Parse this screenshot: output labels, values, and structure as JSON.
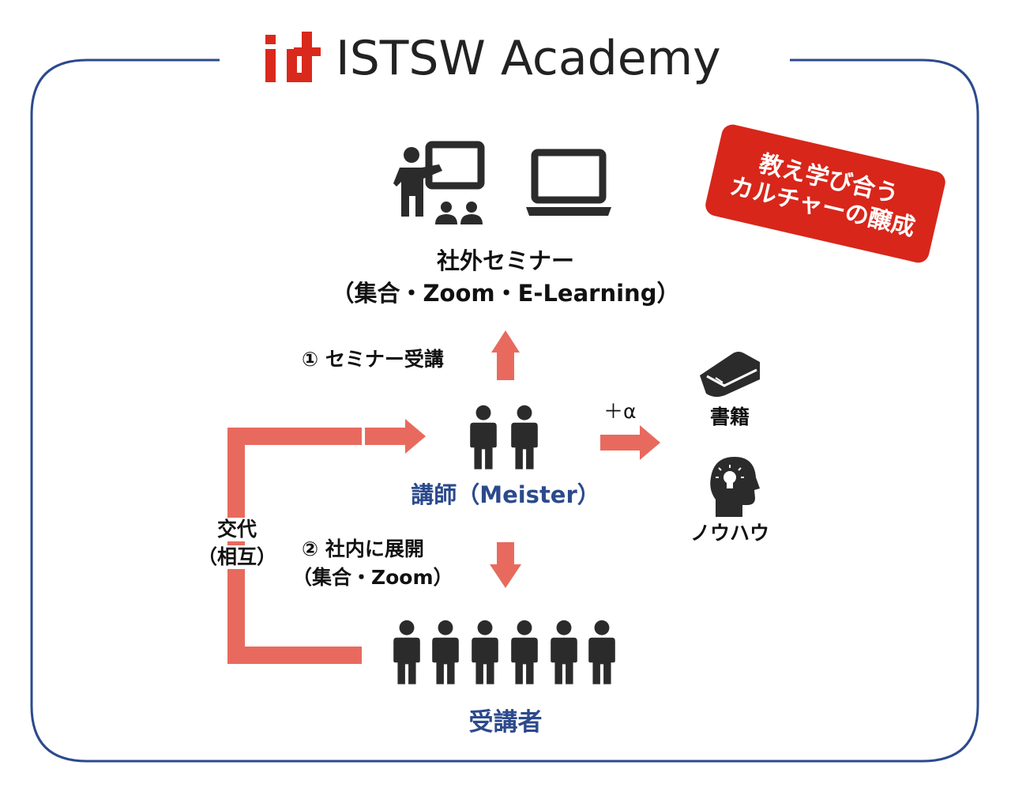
{
  "logo": {
    "mark": "ist",
    "name": "ISTSW Academy"
  },
  "badge": {
    "line1": "教え学び合う",
    "line2": "カルチャーの醸成"
  },
  "seminar": {
    "title": "社外セミナー",
    "subtitle": "（集合・Zoom・E-Learning）",
    "icons": [
      "presenter-board-icon",
      "laptop-icon"
    ]
  },
  "step1": "① セミナー受講",
  "instructor": {
    "label": "講師（Meister）",
    "icon": "two-people-icon"
  },
  "plus_alpha": "＋α",
  "resources": [
    {
      "label": "書籍",
      "icon": "book-icon"
    },
    {
      "label": "ノウハウ",
      "icon": "idea-head-icon"
    }
  ],
  "rotation": {
    "line1": "交代",
    "line2": "（相互）"
  },
  "step2": {
    "line1": "② 社内に展開",
    "line2": "（集合・Zoom）"
  },
  "trainees": {
    "label": "受講者",
    "icon": "group-people-icon"
  },
  "colors": {
    "frame": "#2c4a8c",
    "arrow": "#e86a5e",
    "logo_red": "#d9291c",
    "badge_red": "#d8261a",
    "icon": "#2b2b2b",
    "label_blue": "#2c4a8c"
  }
}
